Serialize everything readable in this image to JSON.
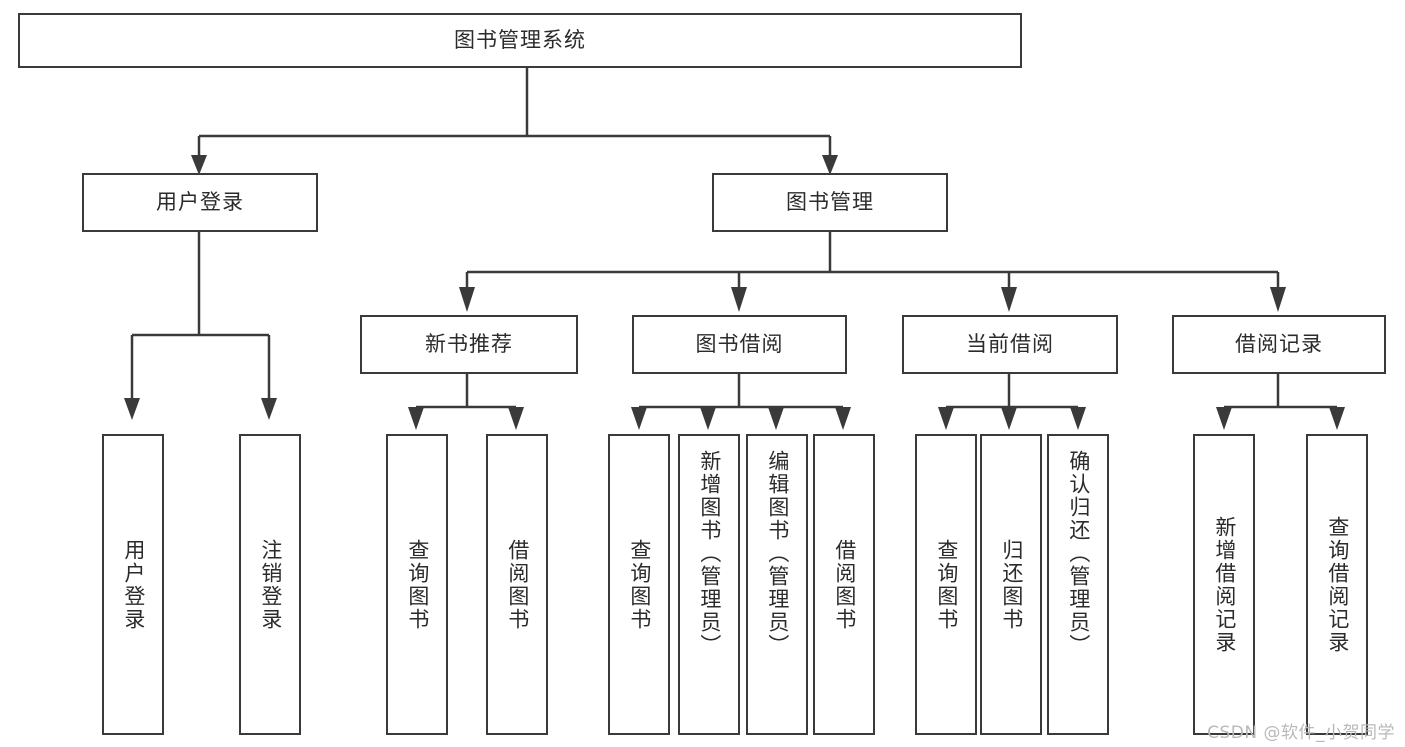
{
  "diagram": {
    "title": "图书管理系统",
    "watermark": "CSDN @软件_小贺同学",
    "colors": {
      "stroke": "#3a3a3a",
      "fill": "#ffffff",
      "text": "#2b2b2b",
      "watermark": "#b9b9b9"
    },
    "nodes": {
      "root": "图书管理系统",
      "user_login": "用户登录",
      "book_manage": "图书管理",
      "new_book_rec": "新书推荐",
      "book_borrow": "图书借阅",
      "current_borrow": "当前借阅",
      "borrow_record": "借阅记录",
      "leaf_user_login": "用户登录",
      "leaf_user_logout": "注销登录",
      "leaf_rec_query": "查询图书",
      "leaf_rec_borrow": "借阅图书",
      "leaf_borrow_query": "查询图书",
      "leaf_borrow_add": "新增图书（管理员）",
      "leaf_borrow_edit": "编辑图书（管理员）",
      "leaf_borrow_lend": "借阅图书",
      "leaf_cur_query": "查询图书",
      "leaf_cur_return": "归还图书",
      "leaf_cur_confirm": "确认归还（管理员）",
      "leaf_rec_add": "新增借阅记录",
      "leaf_rec_query_rec": "查询借阅记录"
    }
  },
  "chart_data": {
    "type": "diagram",
    "title": "图书管理系统",
    "structure": "tree",
    "levels": 4,
    "tree": {
      "label": "图书管理系统",
      "children": [
        {
          "label": "用户登录",
          "children": [
            {
              "label": "用户登录",
              "children": []
            },
            {
              "label": "注销登录",
              "children": []
            }
          ]
        },
        {
          "label": "图书管理",
          "children": [
            {
              "label": "新书推荐",
              "children": [
                {
                  "label": "查询图书",
                  "children": []
                },
                {
                  "label": "借阅图书",
                  "children": []
                }
              ]
            },
            {
              "label": "图书借阅",
              "children": [
                {
                  "label": "查询图书",
                  "children": []
                },
                {
                  "label": "新增图书（管理员）",
                  "children": []
                },
                {
                  "label": "编辑图书（管理员）",
                  "children": []
                },
                {
                  "label": "借阅图书",
                  "children": []
                }
              ]
            },
            {
              "label": "当前借阅",
              "children": [
                {
                  "label": "查询图书",
                  "children": []
                },
                {
                  "label": "归还图书",
                  "children": []
                },
                {
                  "label": "确认归还（管理员）",
                  "children": []
                }
              ]
            },
            {
              "label": "借阅记录",
              "children": [
                {
                  "label": "新增借阅记录",
                  "children": []
                },
                {
                  "label": "查询借阅记录",
                  "children": []
                }
              ]
            }
          ]
        }
      ]
    }
  }
}
